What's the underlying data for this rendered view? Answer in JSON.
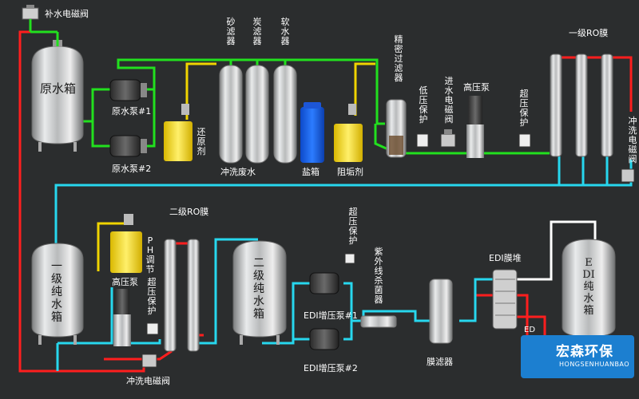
{
  "labels": {
    "makeup_valve": "补水电磁阀",
    "raw_tank": "原水箱",
    "raw_pump1": "原水泵#1",
    "raw_pump2": "原水泵#2",
    "reducer": "还原剂",
    "sand_filter": "砂滤器",
    "carbon_filter": "炭滤器",
    "softener": "软水器",
    "flush_waste": "冲洗废水",
    "salt_box": "盐箱",
    "antiscalant": "阻垢剂",
    "precision_filter": "精密过滤器",
    "low_pressure": "低压保护",
    "inlet_valve": "进水电磁阀",
    "hp_pump1": "高压泵",
    "over_pressure1": "超压保护",
    "ro1": "一级RO膜",
    "flush_valve": "冲洗电磁阀",
    "ro2": "二级RO膜",
    "ph_adjust": "PH调节",
    "hp_pump2": "高压泵",
    "over_pressure2": "超压保护",
    "flush_valve2": "冲洗电磁阀",
    "tank1": "一级纯水箱",
    "tank2": "二级纯水箱",
    "over_pressure3": "超压保护",
    "uv": "紫外线杀菌器",
    "edi_pump1": "EDI增压泵#1",
    "edi_pump2": "EDI增压泵#2",
    "membrane_filter": "膜滤器",
    "edi_stack": "EDI膜堆",
    "edi_tank": "EDI纯水箱",
    "ed_mark": "ED"
  },
  "brand": {
    "name_cn": "宏森环保",
    "name_en": "HONGSENHUANBAO",
    "logo_text": "HONGSENHUANBAO"
  },
  "colors": {
    "background": "#2b2d2e",
    "green_pipe": "#22e01e",
    "cyan_pipe": "#27d7ee",
    "red_pipe": "#ff1e1e",
    "yellow_pipe": "#f0d400",
    "white_pipe": "#ffffff",
    "brand_blue": "#1c7fd0"
  }
}
